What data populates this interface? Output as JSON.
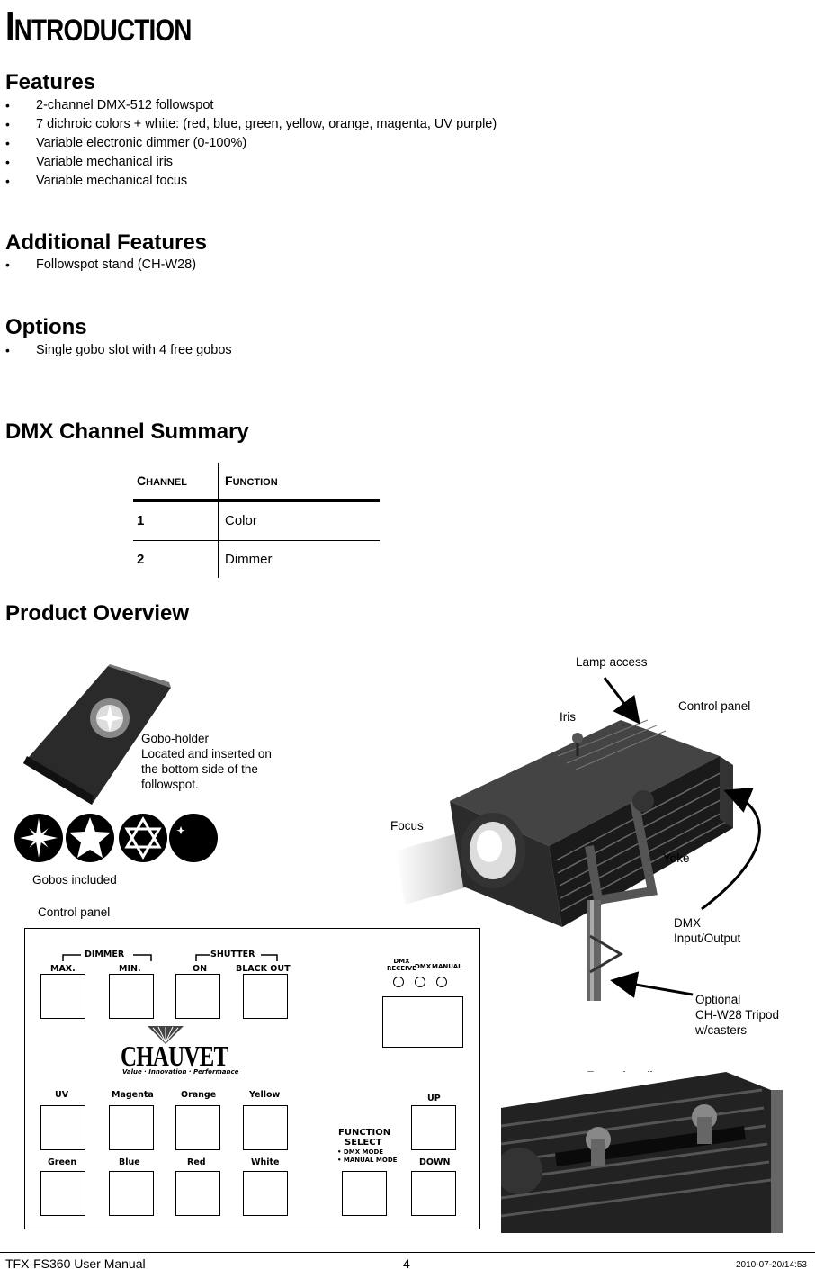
{
  "heading": {
    "first": "I",
    "rest": "NTRODUCTION"
  },
  "features": {
    "title": "Features",
    "items": [
      "2-channel DMX-512 followspot",
      "7 dichroic colors + white: (red, blue, green, yellow, orange, magenta, UV purple)",
      "Variable electronic dimmer (0-100%)",
      "Variable mechanical iris",
      "Variable mechanical focus"
    ]
  },
  "additional": {
    "title": "Additional Features",
    "items": [
      "Followspot stand (CH-W28)"
    ]
  },
  "options": {
    "title": "Options",
    "items": [
      "Single gobo slot with 4 free gobos"
    ]
  },
  "dmx": {
    "title": "DMX Channel Summary",
    "col1_first": "C",
    "col1_rest": "HANNEL",
    "col2_first": "F",
    "col2_rest": "UNCTION",
    "rows": [
      {
        "channel": "1",
        "function": "Color"
      },
      {
        "channel": "2",
        "function": "Dimmer"
      }
    ]
  },
  "overview": {
    "title": "Product Overview",
    "labels": {
      "lamp_access": "Lamp access",
      "control_panel_top": "Control panel",
      "iris": "Iris",
      "gobo_holder": [
        "Gobo-holder",
        "Located and inserted on",
        "the bottom side of the",
        "followspot."
      ],
      "focus": "Focus",
      "yoke": "Yoke",
      "gobos_included": "Gobos included",
      "control_panel": "Control panel",
      "dmx_io": [
        "DMX",
        "Input/Output"
      ],
      "tripod": [
        "Optional",
        "CH-W28 Tripod",
        "w/casters"
      ],
      "focus_handles": "Focus handles"
    }
  },
  "panel": {
    "dimmer": "DIMMER",
    "shutter": "SHUTTER",
    "max": "MAX.",
    "min": "MIN.",
    "on": "ON",
    "black_out": "BLACK OUT",
    "dmx_receive": [
      "DMX",
      "RECEIVE"
    ],
    "dmx": "DMX",
    "manual": "MANUAL",
    "logo": "CHAUVET",
    "tagline": "Value · Innovation · Performance",
    "uv": "UV",
    "magenta": "Magenta",
    "orange": "Orange",
    "yellow": "Yellow",
    "up": "UP",
    "green": "Green",
    "blue": "Blue",
    "red": "Red",
    "white": "White",
    "down": "DOWN",
    "function": "FUNCTION",
    "select": "SELECT",
    "dmx_mode": "• DMX MODE",
    "manual_mode": "• MANUAL MODE"
  },
  "footer": {
    "left": "TFX-FS360 User Manual",
    "page": "4",
    "right": "2010-07-20/14:53"
  }
}
